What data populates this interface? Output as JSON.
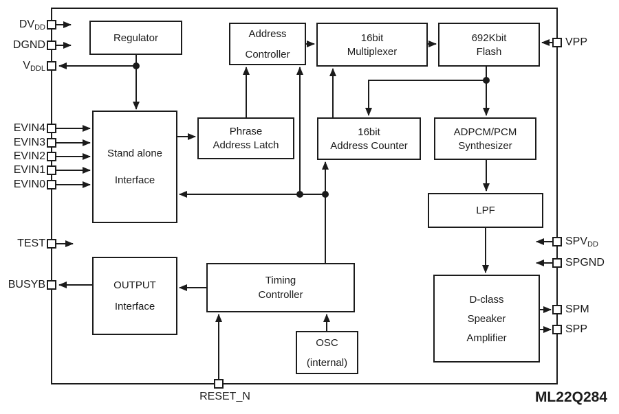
{
  "part_number": "ML22Q284",
  "blocks": {
    "regulator": {
      "lines": [
        "Regulator"
      ]
    },
    "address_controller": {
      "lines": [
        "Address",
        "Controller"
      ]
    },
    "multiplexer_16bit": {
      "lines": [
        "16bit",
        "Multiplexer"
      ]
    },
    "flash_692kbit": {
      "lines": [
        "692Kbit",
        "Flash"
      ]
    },
    "stand_alone_interface": {
      "lines": [
        "Stand alone",
        "Interface"
      ]
    },
    "phrase_address_latch": {
      "lines": [
        "Phrase",
        "Address Latch"
      ]
    },
    "address_counter_16bit": {
      "lines": [
        "16bit",
        "Address Counter"
      ]
    },
    "adpcm_pcm_synthesizer": {
      "lines": [
        "ADPCM/PCM",
        "Synthesizer"
      ]
    },
    "lpf": {
      "lines": [
        "LPF"
      ]
    },
    "timing_controller": {
      "lines": [
        "Timing",
        "Controller"
      ]
    },
    "output_interface": {
      "lines": [
        "OUTPUT",
        "Interface"
      ]
    },
    "osc_internal": {
      "lines": [
        "OSC",
        "(internal)"
      ]
    },
    "d_class_speaker_amplifier": {
      "lines": [
        "D-class",
        "Speaker",
        "Amplifier"
      ]
    }
  },
  "pins": {
    "dvdd": {
      "base": "DV",
      "sub": "DD"
    },
    "dgnd": {
      "base": "DGND",
      "sub": ""
    },
    "vddl": {
      "base": "V",
      "sub": "DDL"
    },
    "evin4": {
      "base": "EVIN4",
      "sub": ""
    },
    "evin3": {
      "base": "EVIN3",
      "sub": ""
    },
    "evin2": {
      "base": "EVIN2",
      "sub": ""
    },
    "evin1": {
      "base": "EVIN1",
      "sub": ""
    },
    "evin0": {
      "base": "EVIN0",
      "sub": ""
    },
    "test": {
      "base": "TEST",
      "sub": ""
    },
    "busyb": {
      "base": "BUSYB",
      "sub": ""
    },
    "reset_n": {
      "base": "RESET_N",
      "sub": ""
    },
    "vpp": {
      "base": "VPP",
      "sub": ""
    },
    "spvdd": {
      "base": "SPV",
      "sub": "DD"
    },
    "spgnd": {
      "base": "SPGND",
      "sub": ""
    },
    "spm": {
      "base": "SPM",
      "sub": ""
    },
    "spp": {
      "base": "SPP",
      "sub": ""
    }
  },
  "colors": {
    "line": "#1b1b1b",
    "background": "#ffffff"
  }
}
